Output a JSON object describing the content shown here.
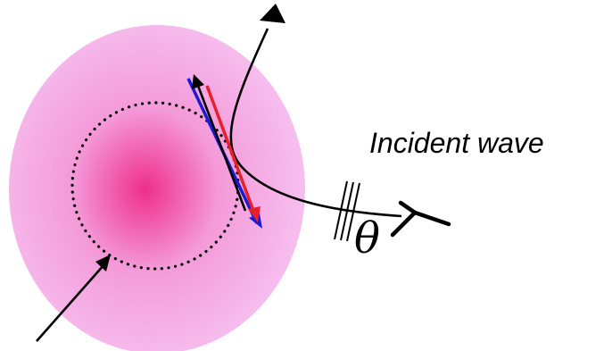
{
  "labels": {
    "incident_wave": "Incident wave",
    "angle_symbol": "θ"
  },
  "colors": {
    "halo_center": "#ee2f8a",
    "halo_mid": "#f49ad9",
    "halo_edge": "#f6c0f0",
    "blue_arrow": "#1a1ad6",
    "red_arrow": "#e8202a",
    "line": "#000000"
  },
  "elements": {
    "halo": "gradient-disk",
    "core_boundary": "dotted-circle",
    "trajectory": "curved-ray-with-arrowhead",
    "wavefront_marks": "triple-parallel-lines",
    "pointer": "arrow-to-core-boundary"
  }
}
